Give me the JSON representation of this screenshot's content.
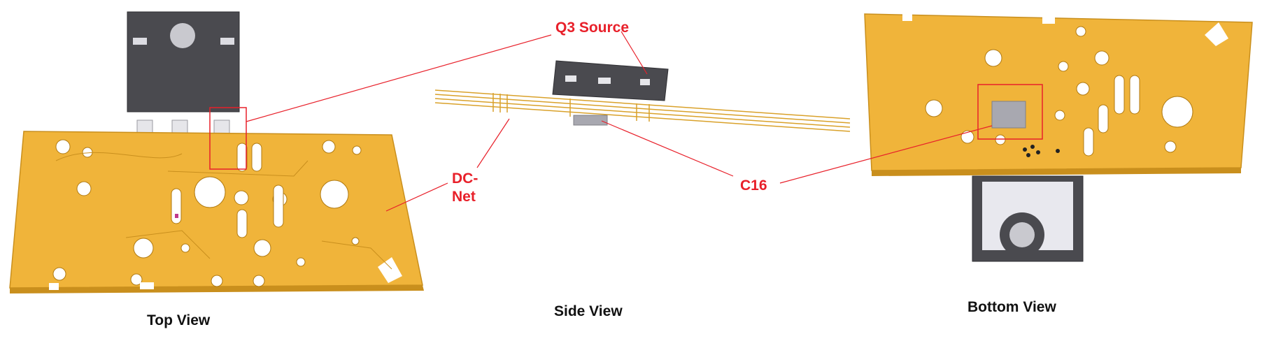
{
  "views": {
    "top": {
      "caption": "Top View"
    },
    "side": {
      "caption": "Side View"
    },
    "bottom": {
      "caption": "Bottom View"
    }
  },
  "annotations": {
    "q3_source": "Q3 Source",
    "dc_net_line1": "DC-",
    "dc_net_line2": "Net",
    "c16": "C16"
  },
  "colors": {
    "pcb": "#f0b43a",
    "pcb_edge": "#c98f1d",
    "component_body": "#4a4a4f",
    "capacitor": "#a8a8b0",
    "leads": "#e6e6ea",
    "annotation": "#e8202a"
  }
}
